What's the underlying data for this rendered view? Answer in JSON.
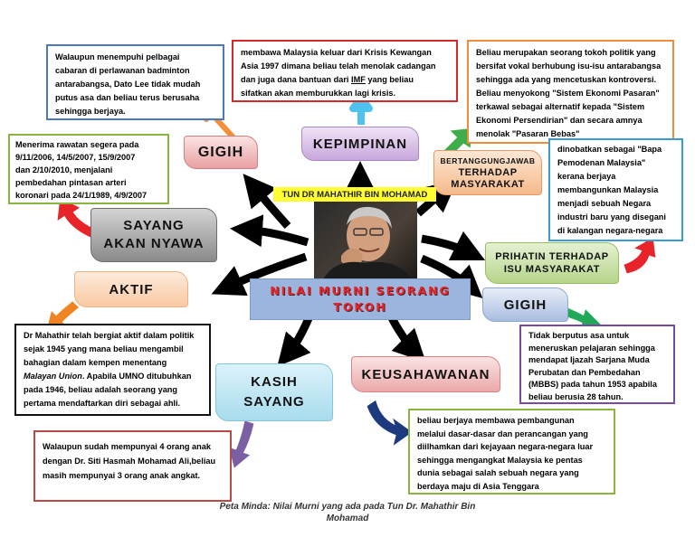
{
  "center": {
    "name_label": "TUN DR MAHATHIR BIN MOHAMAD",
    "title_line1": "NILAI MURNI SEORANG",
    "title_line2": "TOKOH"
  },
  "banners": {
    "gigih_top": "GIGIH",
    "kepimpinan": "KEPIMPINAN",
    "tanggungjawab_line1": "BERTANGGUNGJAWAB",
    "tanggungjawab_line2": "TERHADAP",
    "tanggungjawab_line3": "MASYARAKAT",
    "sayang_line1": "SAYANG",
    "sayang_line2": "AKAN NYAWA",
    "prihatin_line1": "PRIHATIN TERHADAP",
    "prihatin_line2": "ISU MASYARAKAT",
    "aktif": "AKTIF",
    "gigih_right": "GIGIH",
    "kasih_line1": "KASIH",
    "kasih_line2": "SAYANG",
    "keusahawanan": "KEUSAHAWANAN"
  },
  "boxes": {
    "gigih_top": [
      "Walaupun menempuhi pelbagai",
      "cabaran di perlawanan badminton",
      "antarabangsa, Dato Lee tidak mudah",
      "putus asa dan beliau terus berusaha",
      "sehingga berjaya."
    ],
    "kepimpinan_pre": "membawa Malaysia keluar dari Krisis Kewangan",
    "kepimpinan_l2": "Asia 1997 dimana beliau telah menolak cadangan",
    "kepimpinan_l3a": "dan juga dana bantuan dari ",
    "kepimpinan_l3b": "IMF",
    "kepimpinan_l3c": " yang beliau",
    "kepimpinan_l4": "sifatkan akan memburukkan lagi krisis.",
    "tanggungjawab": [
      "Beliau merupakan seorang tokoh politik yang",
      "bersifat vokal berhubung isu-isu antarabangsa",
      "sehingga ada yang mencetuskan kontroversi.",
      "Beliau menyokong \"Sistem Ekonomi Pasaran\"",
      "terkawal sebagai alternatif kepada \"Sistem",
      "Ekonomi Persendirian\" dan secara amnya",
      "menolak \"Pasaran Bebas\""
    ],
    "sayang": [
      "Menerima rawatan segera pada",
      "9/11/2006, 14/5/2007, 15/9/2007",
      "dan  2/10/2010, menjalani",
      "pembedahan pintasan arteri",
      "koronari pada 24/1/1989, 4/9/2007"
    ],
    "prihatin": [
      "dinobatkan sebagai \"Bapa",
      "Pemodenan Malaysia\"",
      "kerana berjaya",
      "membangunkan Malaysia",
      "menjadi sebuah Negara",
      "industri baru yang disegani",
      "di kalangan negara-negara"
    ],
    "aktif_l1": "Dr Mahathir telah bergiat aktif dalam politik",
    "aktif_l2": "sejak 1945 yang mana beliau mengambil",
    "aktif_l3": "bahagian dalam kempen menentang",
    "aktif_l4a": "Malayan Union",
    "aktif_l4b": ". Apabila UMNO ditubuhkan",
    "aktif_l5": "pada 1946, beliau adalah seorang yang",
    "aktif_l6": "pertama mendaftarkan diri sebagai ahli.",
    "gigih_right": [
      "Tidak berputus asa untuk",
      "meneruskan pelajaran sehingga",
      "mendapat Ijazah Sarjana Muda",
      "Perubatan dan Pembedahan",
      "(MBBS) pada tahun 1953 apabila",
      "beliau berusia 28 tahun."
    ],
    "kasih": [
      "Walaupun sudah mempunyai 4 orang anak",
      "dengan Dr. Siti Hasmah Mohamad Ali,beliau",
      "masih mempunyai 3 orang anak angkat."
    ],
    "keusahawanan": [
      "beliau berjaya membawa pembangunan",
      "melalui dasar-dasar dan perancangan yang",
      "diilhamkan dari kejayaan negara-negara luar",
      "sehingga mengangkat Malaysia ke pentas",
      "dunia sebagai salah sebuah negara yang",
      "berdaya maju di Asia Tenggara"
    ]
  },
  "caption": {
    "line1": "Peta Minda: Nilai Murni yang ada pada Tun Dr. Mahathir Bin",
    "line2": "Mohamad"
  },
  "colors": {
    "title_red": "#e8242a",
    "title_bg": "#9ab6de",
    "name_bg": "#ffff33",
    "arrow_black": "#000000"
  }
}
